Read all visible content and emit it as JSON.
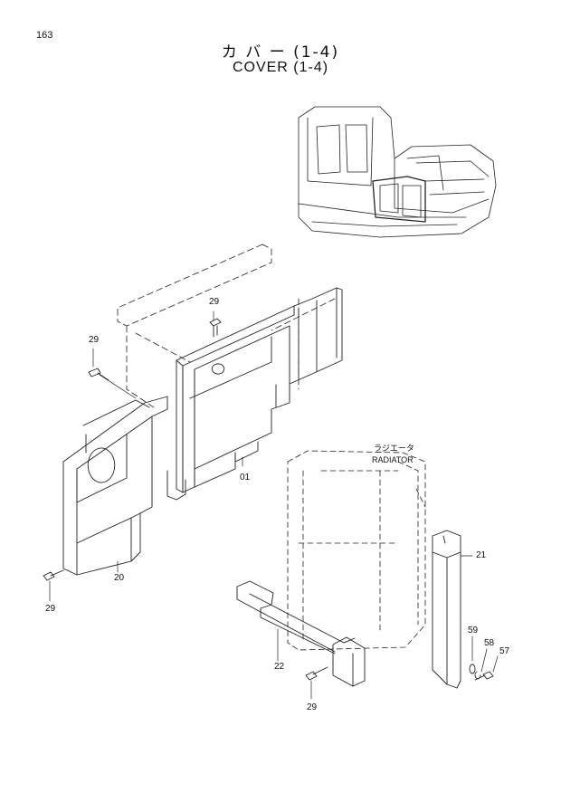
{
  "page": {
    "number": "163"
  },
  "title": {
    "japanese": "カ バ ー (1-4)",
    "english": "COVER (1-4)"
  },
  "callouts": {
    "p29_top": "29",
    "p29_left": "29",
    "p01": "01",
    "p20": "20",
    "p29_bottom_left": "29",
    "p21": "21",
    "p22": "22",
    "p59": "59",
    "p58": "58",
    "p57": "57",
    "p29_bottom": "29"
  },
  "radiator": {
    "label_jp": "ラジエータ",
    "label_en": "RADIATOR"
  }
}
